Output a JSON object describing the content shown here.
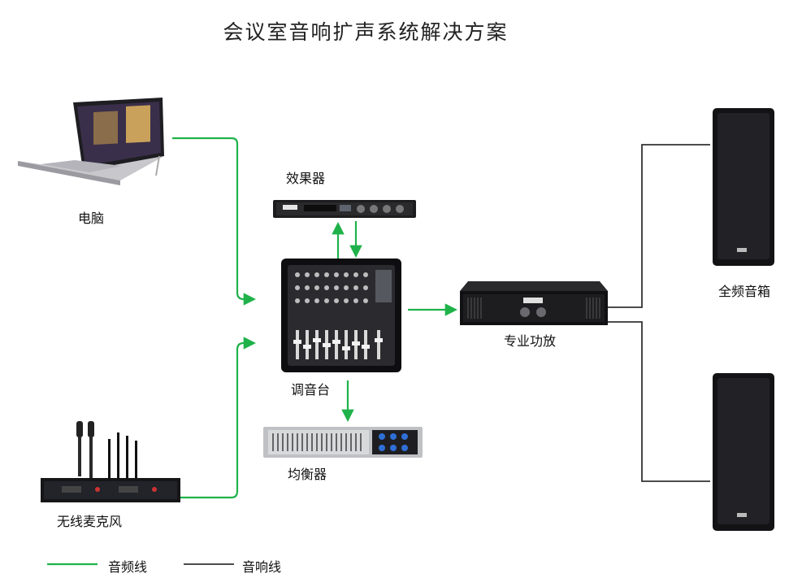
{
  "title": "会议室音响扩声系统解决方案",
  "devices": {
    "computer": "电脑",
    "effects": "效果器",
    "mixer": "调音台",
    "equalizer": "均衡器",
    "amplifier": "专业功放",
    "speakers": "全频音箱",
    "wireless_mic": "无线麦克风"
  },
  "legend": {
    "audio_line": "音频线",
    "speaker_line": "音响线"
  },
  "colors": {
    "audio_line": "#1fb24a",
    "speaker_line": "#333333"
  }
}
